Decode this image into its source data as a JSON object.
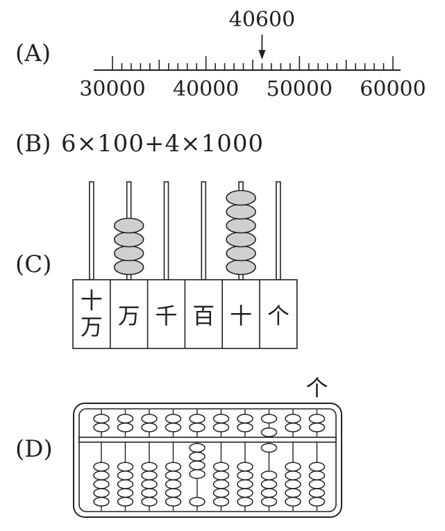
{
  "options": {
    "a": {
      "label": "(A)"
    },
    "b": {
      "label": "(B)",
      "expression": "6×100+4×1000"
    },
    "c": {
      "label": "(C)"
    },
    "d": {
      "label": "(D)"
    }
  },
  "number_line": {
    "arrow_label": "40600",
    "tick_labels": [
      "30000",
      "40000",
      "50000",
      "60000"
    ],
    "start": 30000,
    "end": 60000,
    "major_step": 10000,
    "minor_ticks_per_major": 10,
    "arrow_value": 46000
  },
  "spike_abacus": {
    "place_labels": [
      "十\n万",
      "万",
      "千",
      "百",
      "十",
      "个"
    ],
    "beads": [
      0,
      4,
      0,
      0,
      6,
      0
    ]
  },
  "bead_abacus": {
    "ones_marker": "个",
    "rods": [
      {
        "upper_active": false,
        "lower_active": 0
      },
      {
        "upper_active": false,
        "lower_active": 0
      },
      {
        "upper_active": false,
        "lower_active": 0
      },
      {
        "upper_active": false,
        "lower_active": 0
      },
      {
        "upper_active": false,
        "lower_active": 4
      },
      {
        "upper_active": false,
        "lower_active": 0
      },
      {
        "upper_active": false,
        "lower_active": 0
      },
      {
        "upper_active": true,
        "lower_active": 1
      },
      {
        "upper_active": false,
        "lower_active": 0
      },
      {
        "upper_active": false,
        "lower_active": 0
      }
    ]
  }
}
